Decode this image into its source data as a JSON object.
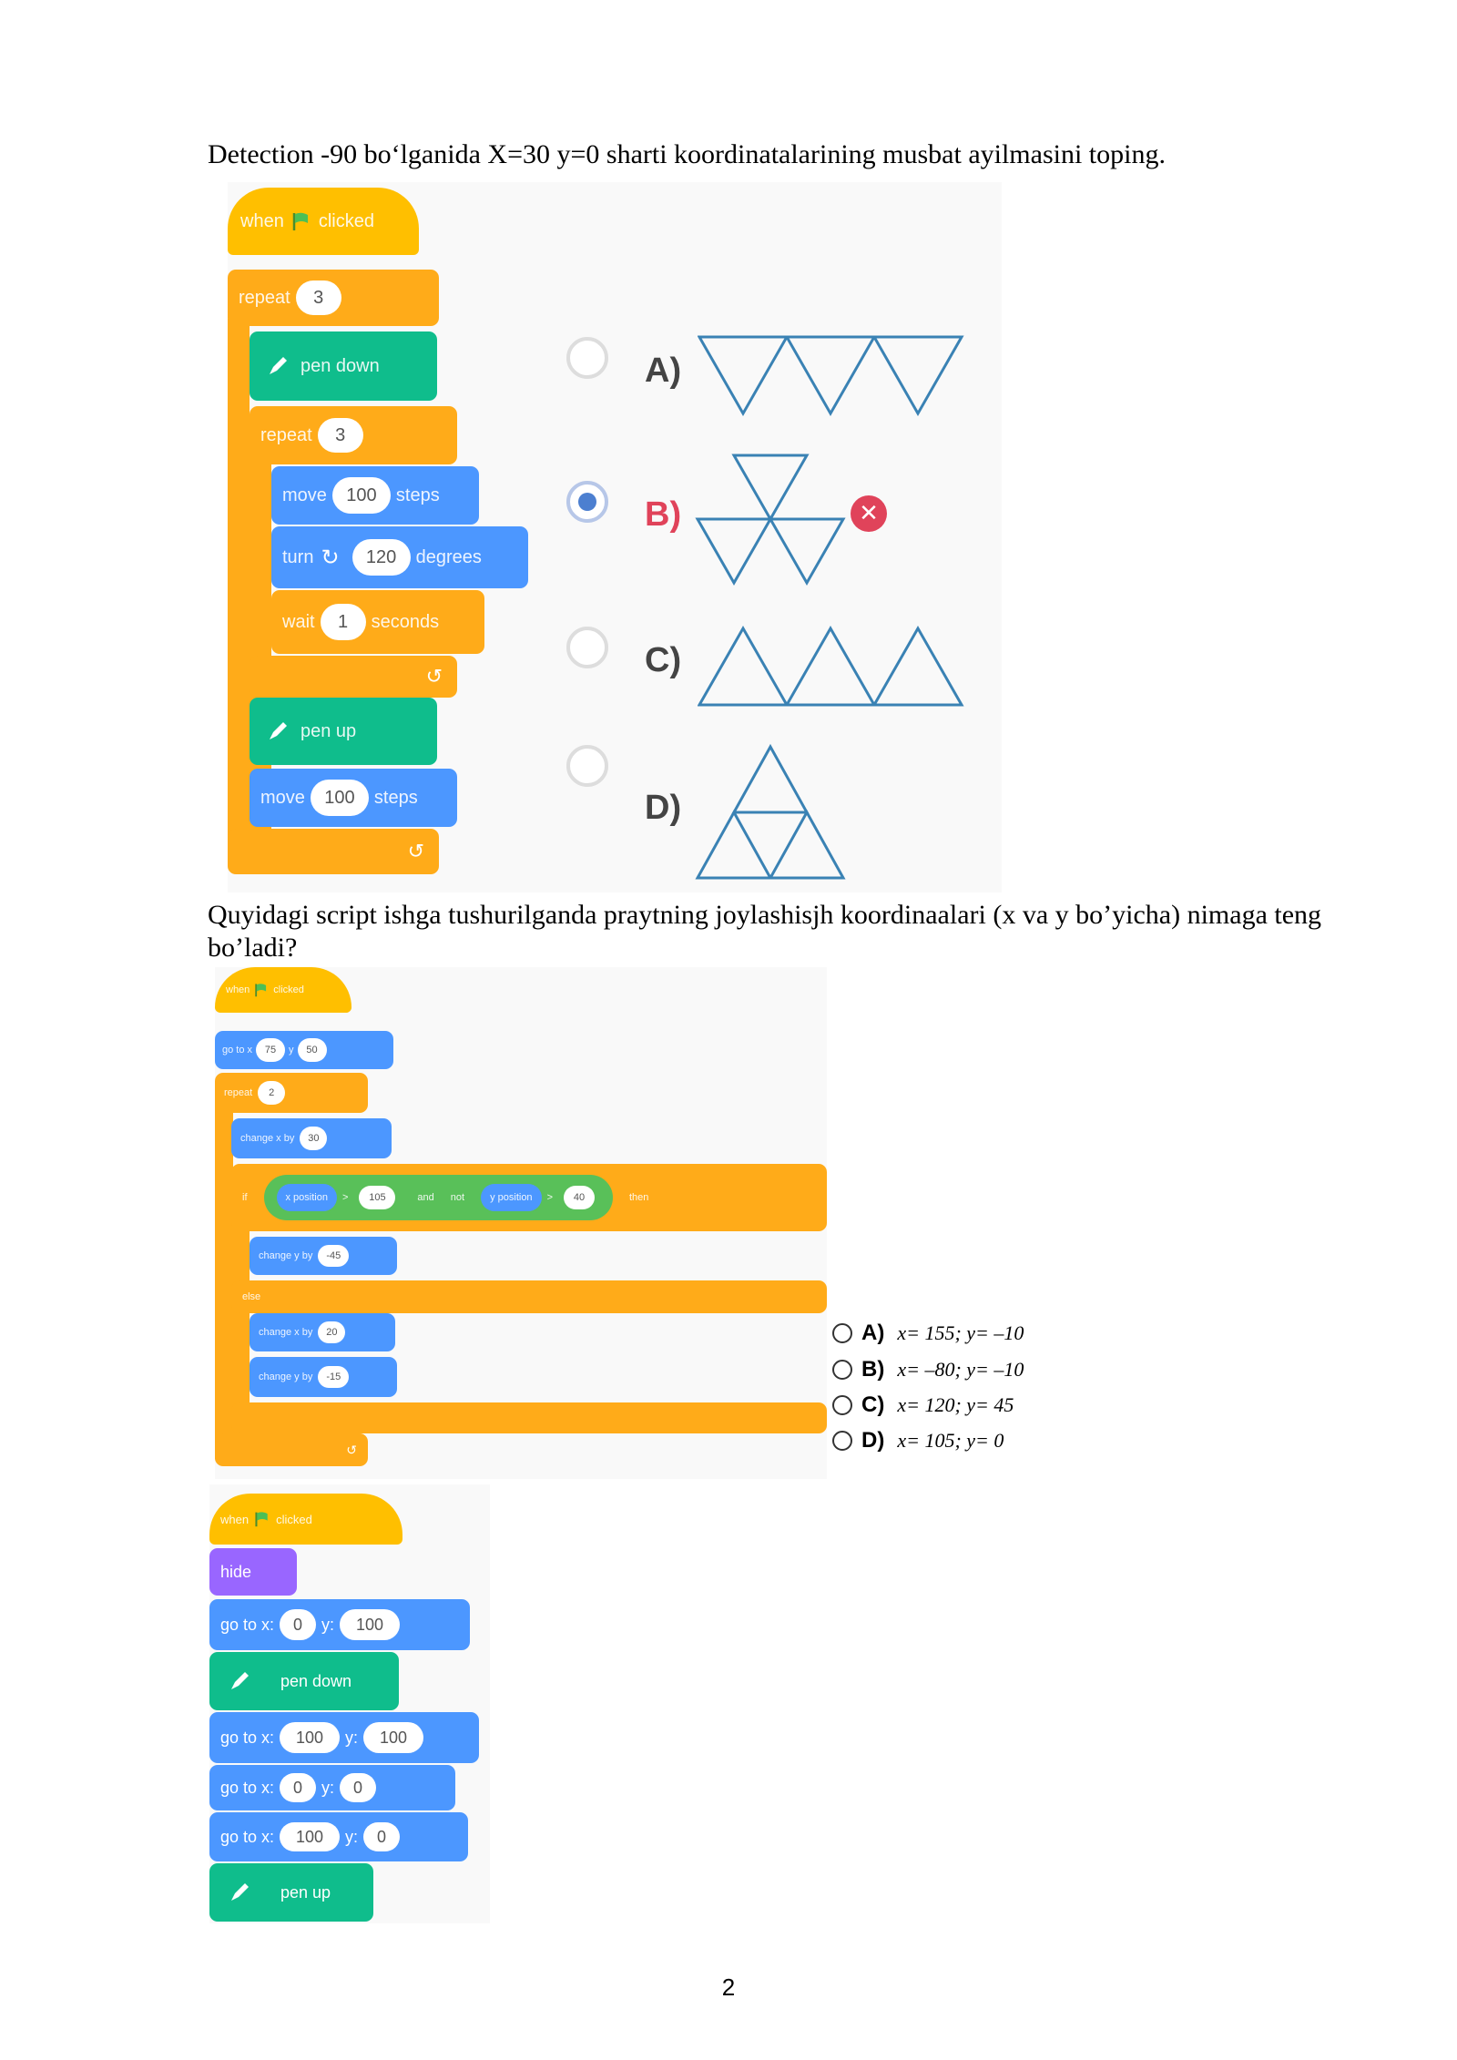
{
  "question1": {
    "text": "Detection -90 bo‘lganida X=30 y=0 sharti koordinatalarining musbat ayilmasini toping.",
    "script": {
      "hat": [
        "when",
        "clicked"
      ],
      "repeat_outer": {
        "label": "repeat",
        "value": "3"
      },
      "pen_down": "pen down",
      "repeat_inner": {
        "label": "repeat",
        "value": "3"
      },
      "move": {
        "label": "move",
        "value": "100",
        "unit": "steps"
      },
      "turn": {
        "label": "turn",
        "value": "120",
        "unit": "degrees"
      },
      "wait": {
        "label": "wait",
        "value": "1",
        "unit": "seconds"
      },
      "pen_up": "pen up",
      "move2": {
        "label": "move",
        "value": "100",
        "unit": "steps"
      }
    },
    "options": [
      {
        "label": "A)",
        "selected": false,
        "shape": "three-down-triangles"
      },
      {
        "label": "B)",
        "selected": true,
        "wrong": true,
        "shape": "star-of-triangles"
      },
      {
        "label": "C)",
        "selected": false,
        "shape": "three-up-triangles"
      },
      {
        "label": "D)",
        "selected": false,
        "shape": "pyramid"
      }
    ],
    "wrong_icon": "✕"
  },
  "question2": {
    "text": "Quyidagi script ishga tushurilganda praytning joylashisjh koordinaalari (x va y bo’yicha) nimaga teng bo’ladi?",
    "script": {
      "hat": [
        "when",
        "clicked"
      ],
      "goto": {
        "label": "go to x",
        "x": "75",
        "ylabel": "y",
        "y": "50"
      },
      "repeat": {
        "label": "repeat",
        "value": "2"
      },
      "change_x": {
        "label": "change x by",
        "value": "30"
      },
      "if": {
        "label": "if",
        "left": "x position",
        "op1": ">",
        "v1": "105",
        "and": "and",
        "not": "not",
        "right": "y position",
        "op2": ">",
        "v2": "40",
        "then": "then"
      },
      "change_y1": {
        "label": "change y by",
        "value": "-45"
      },
      "else": "else",
      "change_x2": {
        "label": "change x by",
        "value": "20"
      },
      "change_y2": {
        "label": "change y by",
        "value": "-15"
      }
    },
    "options": [
      {
        "label": "A)",
        "text": "x= 155;  y= –10"
      },
      {
        "label": "B)",
        "text": "x= –80;  y= –10"
      },
      {
        "label": "C)",
        "text": "x= 120;  y= 45"
      },
      {
        "label": "D)",
        "text": "x= 105;  y= 0"
      }
    ]
  },
  "question3": {
    "script": {
      "hat": [
        "when",
        "clicked"
      ],
      "hide": "hide",
      "goto1": {
        "label": "go to x:",
        "x": "0",
        "ylabel": "y:",
        "y": "100"
      },
      "pen_down": "pen down",
      "goto2": {
        "label": "go to x:",
        "x": "100",
        "ylabel": "y:",
        "y": "100"
      },
      "goto3": {
        "label": "go to x:",
        "x": "0",
        "ylabel": "y:",
        "y": "0"
      },
      "goto4": {
        "label": "go to x:",
        "x": "100",
        "ylabel": "y:",
        "y": "0"
      },
      "pen_up": "pen up"
    }
  },
  "page_number": "2",
  "colors": {
    "events": "#ffbf00",
    "control": "#ffab19",
    "motion": "#4c97ff",
    "pen": "#0fbd8c",
    "looks": "#9966ff",
    "operators": "#59c059",
    "shape": "#3a82b4"
  }
}
